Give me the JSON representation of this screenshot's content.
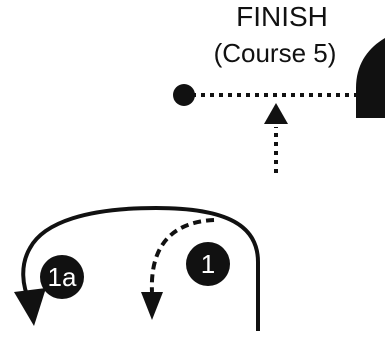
{
  "finish": {
    "title": "FINISH",
    "subtitle": "(Course 5)"
  },
  "markers": {
    "one": "1",
    "one_a": "1a"
  },
  "colors": {
    "ink": "#111111",
    "background": "#ffffff"
  },
  "icons": {
    "pin": "pin-end-icon",
    "boat": "committee-boat-icon",
    "approach_arrow": "approach-arrow-icon",
    "route_1_arrow": "dashed-curved-arrow-icon",
    "route_1a_arrow": "solid-loop-arrow-icon"
  }
}
